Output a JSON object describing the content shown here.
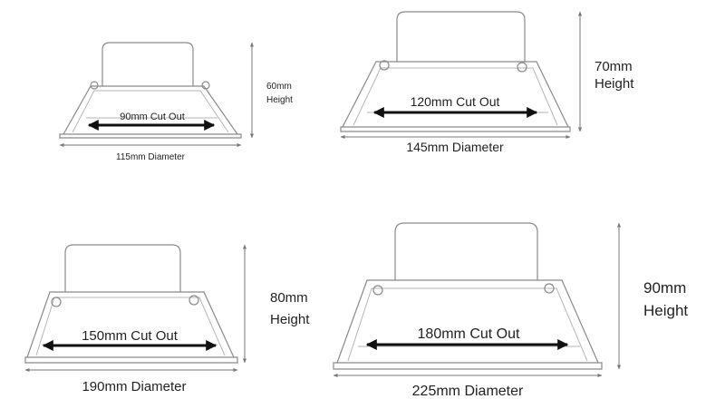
{
  "lights": [
    {
      "id": "light-1",
      "cut_out": "90mm Cut Out",
      "diameter": "115mm Diameter",
      "height_value": "60mm",
      "height_word": "Height"
    },
    {
      "id": "light-2",
      "cut_out": "120mm Cut Out",
      "diameter": "145mm Diameter",
      "height_value": "70mm",
      "height_word": "Height"
    },
    {
      "id": "light-3",
      "cut_out": "150mm Cut Out",
      "diameter": "190mm Diameter",
      "height_value": "80mm",
      "height_word": "Height"
    },
    {
      "id": "light-4",
      "cut_out": "180mm Cut Out",
      "diameter": "225mm Diameter",
      "height_value": "90mm",
      "height_word": "Height"
    }
  ]
}
